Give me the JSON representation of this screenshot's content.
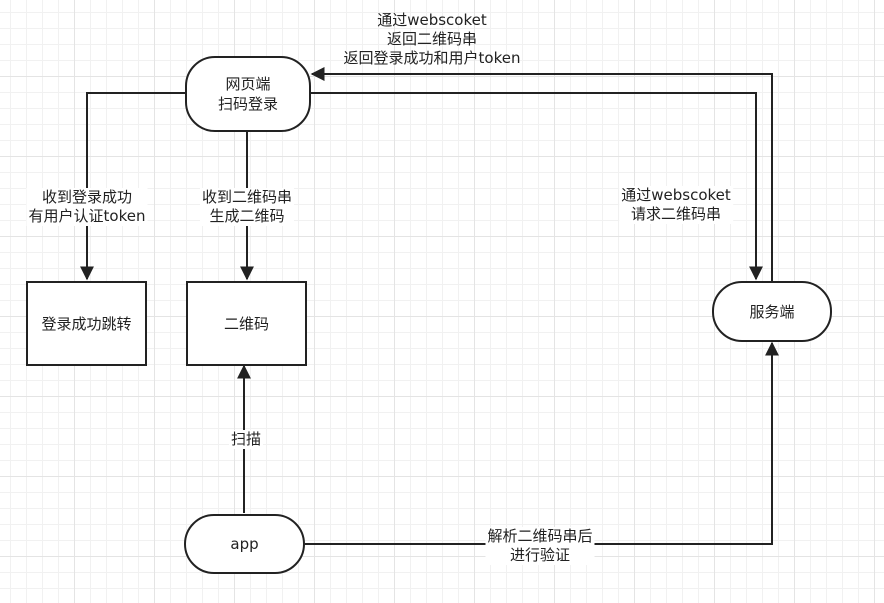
{
  "nodes": {
    "web": {
      "lines": [
        "网页端",
        "扫码登录"
      ]
    },
    "server": {
      "label": "服务端"
    },
    "login_success": {
      "label": "登录成功跳转"
    },
    "qrcode": {
      "label": "二维码"
    },
    "app": {
      "label": "app"
    }
  },
  "edge_labels": {
    "server_to_web": [
      "通过webscoket",
      "返回二维码串",
      "返回登录成功和用户token"
    ],
    "web_to_server": [
      "通过webscoket",
      "请求二维码串"
    ],
    "web_to_login": [
      "收到登录成功",
      "有用户认证token"
    ],
    "web_to_qrcode": [
      "收到二维码串",
      "生成二维码"
    ],
    "app_to_qrcode": "扫描",
    "app_to_server": [
      "解析二维码串后",
      "进行验证"
    ]
  },
  "colors": {
    "stroke": "#222222",
    "grid": "#e4e4e4",
    "background": "#ffffff"
  }
}
